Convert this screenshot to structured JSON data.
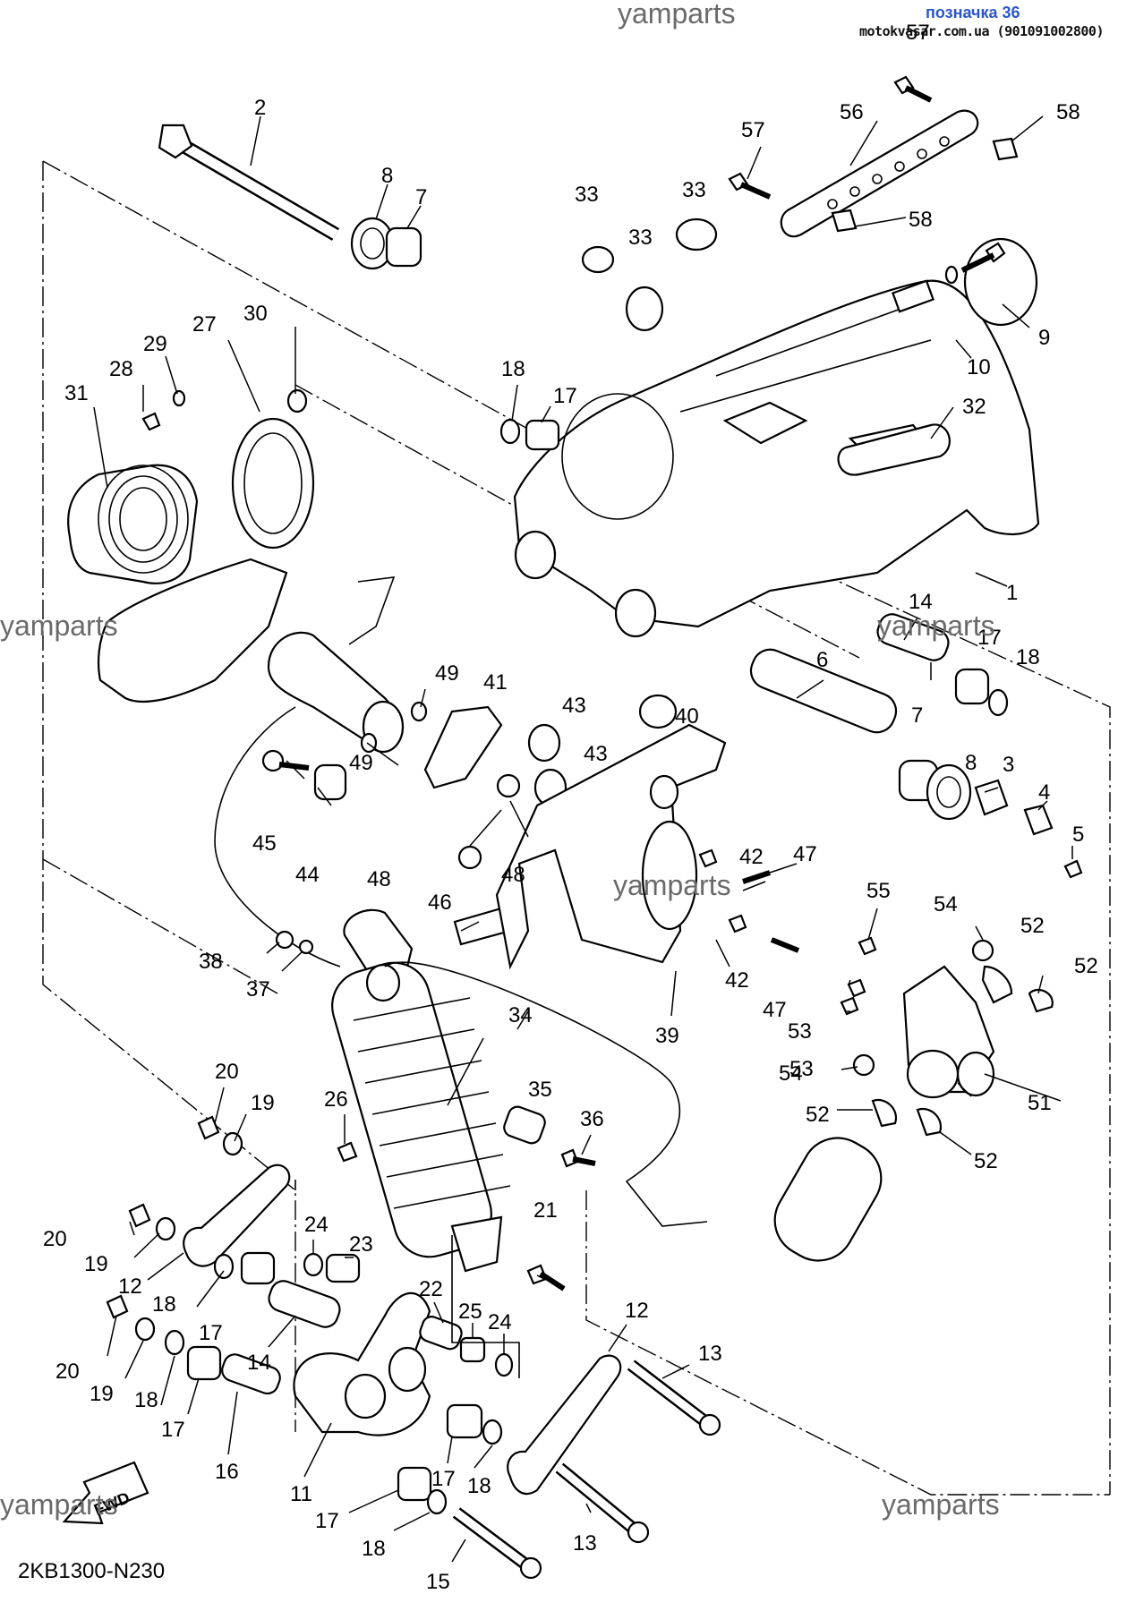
{
  "header": {
    "tag": "позначка 36",
    "site": "motokvasar.com.ua (901091002800)"
  },
  "watermark": "yamparts",
  "diagram_code": "2KB1300-N230",
  "fwd_label": "FWD",
  "callouts": [
    "2",
    "8",
    "7",
    "57",
    "56",
    "58",
    "57",
    "58",
    "33",
    "33",
    "33",
    "9",
    "10",
    "30",
    "27",
    "29",
    "28",
    "31",
    "18",
    "17",
    "32",
    "1",
    "14",
    "17",
    "18",
    "6",
    "49",
    "41",
    "43",
    "40",
    "43",
    "49",
    "45",
    "44",
    "48",
    "48",
    "7",
    "8",
    "3",
    "4",
    "5",
    "42",
    "47",
    "46",
    "55",
    "54",
    "52",
    "52",
    "38",
    "37",
    "42",
    "47",
    "53",
    "53",
    "39",
    "34",
    "35",
    "36",
    "54",
    "51",
    "26",
    "20",
    "19",
    "52",
    "52",
    "20",
    "19",
    "12",
    "24",
    "23",
    "21",
    "18",
    "17",
    "22",
    "25",
    "24",
    "12",
    "13",
    "20",
    "19",
    "14",
    "18",
    "17",
    "16",
    "11",
    "17",
    "18",
    "17",
    "18",
    "13",
    "15"
  ]
}
